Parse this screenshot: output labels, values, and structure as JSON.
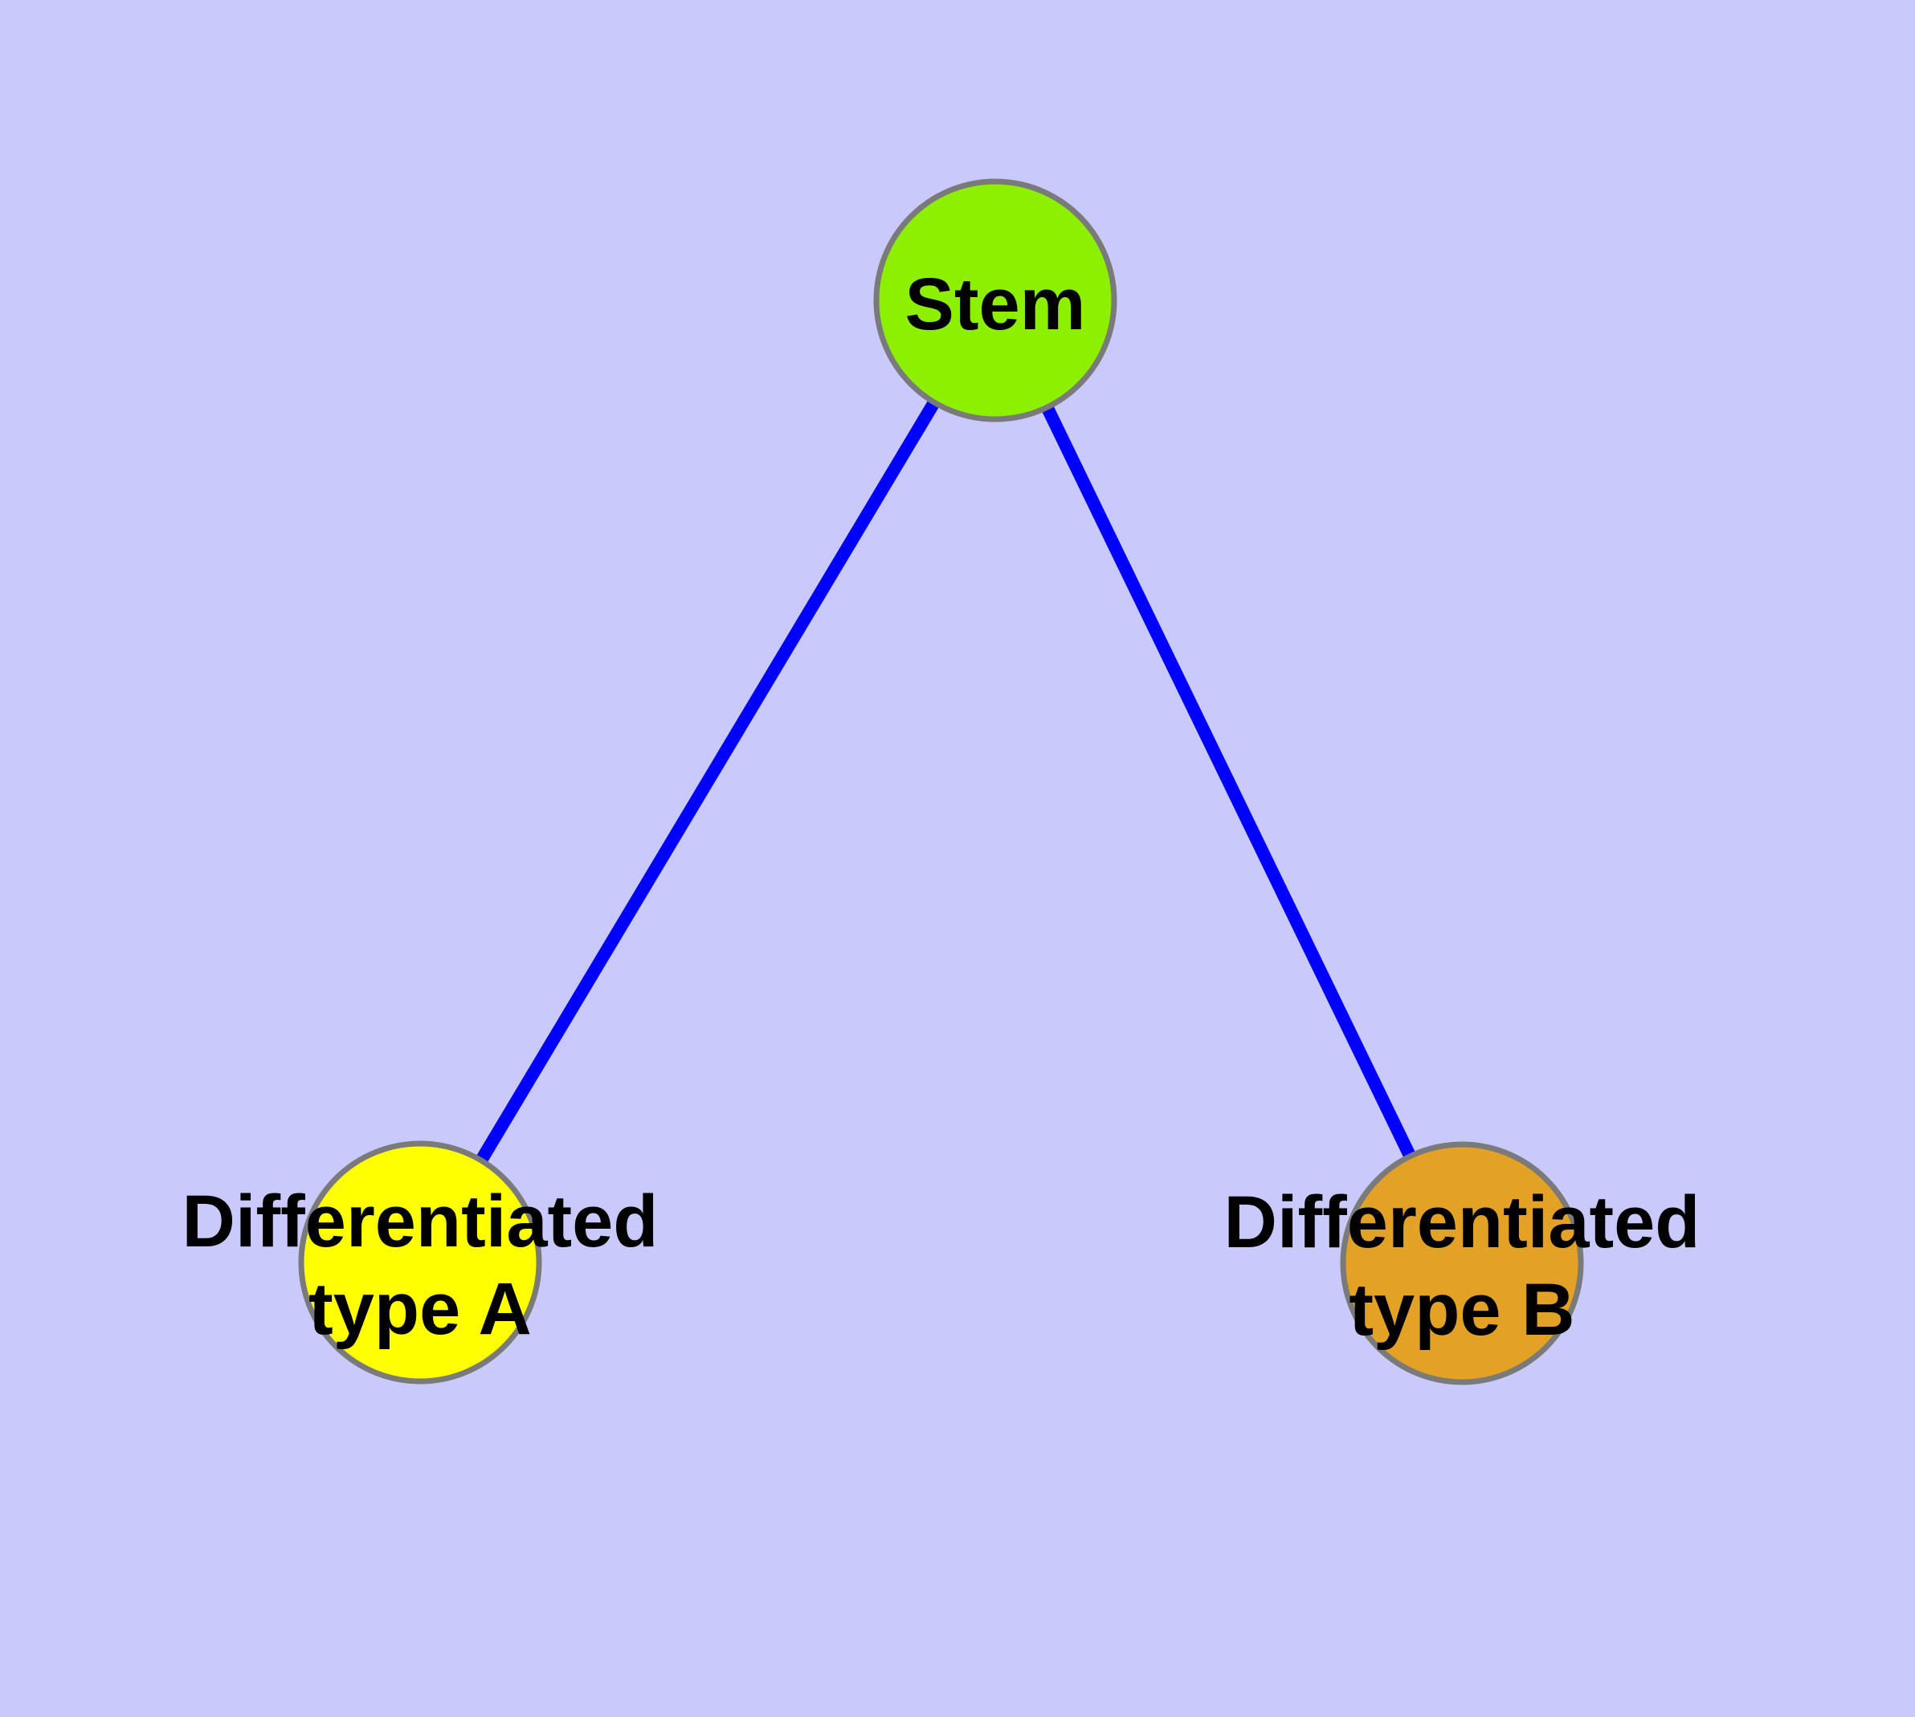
{
  "diagram": {
    "type": "node-link-graph",
    "colors": {
      "background": "#C9C9FB",
      "edge": "#0000FF",
      "node_border": "#7A7A7A",
      "label_text": "#000000"
    },
    "nodes": [
      {
        "id": "stem",
        "label": "Stem",
        "fill": "#8CF000"
      },
      {
        "id": "differentiated-type-a",
        "label_line1": "Differentiated",
        "label_line2": "type A",
        "fill": "#FFFF00"
      },
      {
        "id": "differentiated-type-b",
        "label_line1": "Differentiated",
        "label_line2": "type B",
        "fill": "#E3A126"
      }
    ],
    "edges": [
      {
        "from": "Stem",
        "to": "Differentiated type A"
      },
      {
        "from": "Stem",
        "to": "Differentiated type B"
      }
    ]
  }
}
